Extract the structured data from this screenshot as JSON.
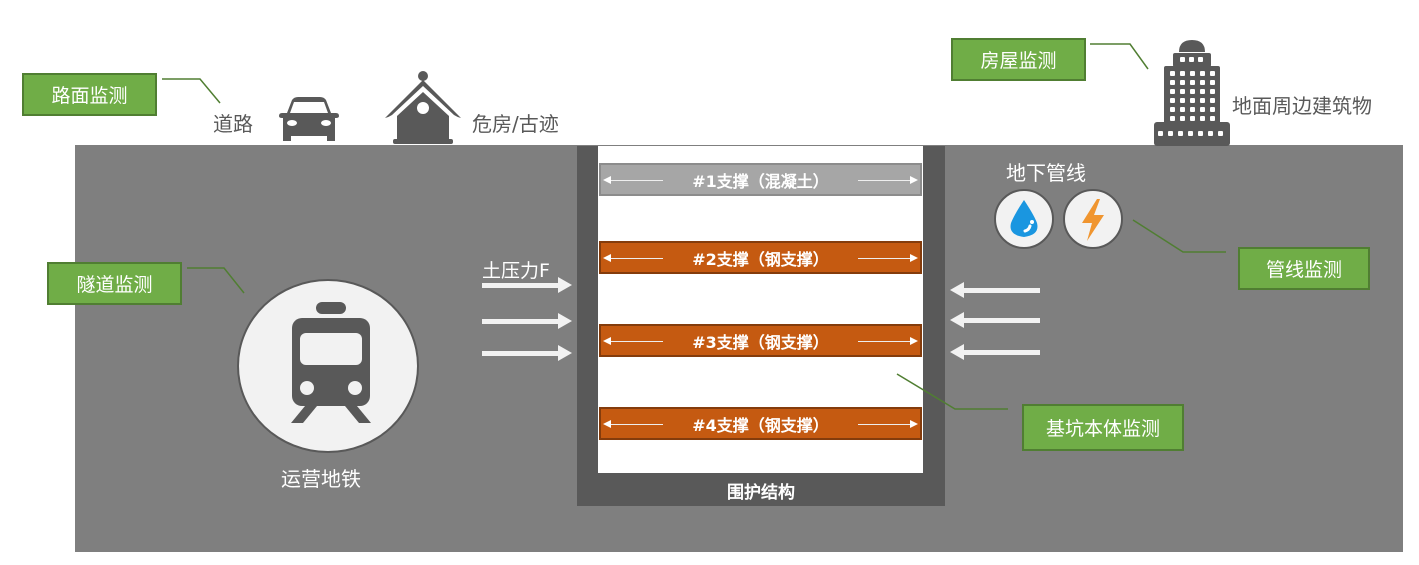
{
  "labels": {
    "road_monitor": "路面监测",
    "house_monitor": "房屋监测",
    "tunnel_monitor": "隧道监测",
    "pipeline_monitor": "管线监测",
    "pit_monitor": "基坑本体监测"
  },
  "surface": {
    "road": "道路",
    "old_house": "危房/古迹",
    "buildings": "地面周边建筑物"
  },
  "underground": {
    "pipelines": "地下管线",
    "metro": "运营地铁",
    "earth_pressure": "土压力F",
    "retaining_structure": "围护结构"
  },
  "struts": [
    {
      "label": "#1支撑（混凝土）",
      "type": "concrete"
    },
    {
      "label": "#2支撑（钢支撑）",
      "type": "steel"
    },
    {
      "label": "#3支撑（钢支撑）",
      "type": "steel"
    },
    {
      "label": "#4支撑（钢支撑）",
      "type": "steel"
    }
  ],
  "icons": {
    "car": "car-icon",
    "house": "temple-house-icon",
    "building": "skyscraper-icon",
    "water": "water-drop-icon",
    "power": "lightning-icon",
    "train": "train-icon"
  },
  "colors": {
    "ground": "#7f7f7f",
    "wall": "#595959",
    "tag_green": "#70ad47",
    "steel_strut": "#c55a11",
    "concrete_strut": "#a6a6a6",
    "water": "#1a96e0",
    "power": "#f0952f"
  }
}
